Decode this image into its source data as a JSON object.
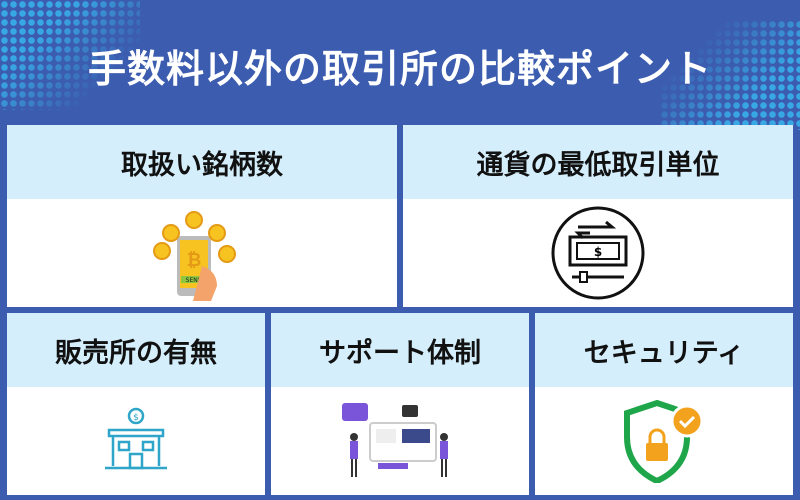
{
  "title": "手数料以外の取引所の比較ポイント",
  "cards": [
    {
      "label": "取扱い銘柄数",
      "icon": "phone-coins-icon",
      "send": "SEND"
    },
    {
      "label": "通貨の最低取引単位",
      "icon": "money-slider-icon"
    },
    {
      "label": "販売所の有無",
      "icon": "bank-building-icon"
    },
    {
      "label": "サポート体制",
      "icon": "support-people-icon"
    },
    {
      "label": "セキュリティ",
      "icon": "security-shield-icon"
    }
  ],
  "colors": {
    "bg": "#3c5caf",
    "header": "#d4eefb",
    "accent": "#38b6ef"
  }
}
